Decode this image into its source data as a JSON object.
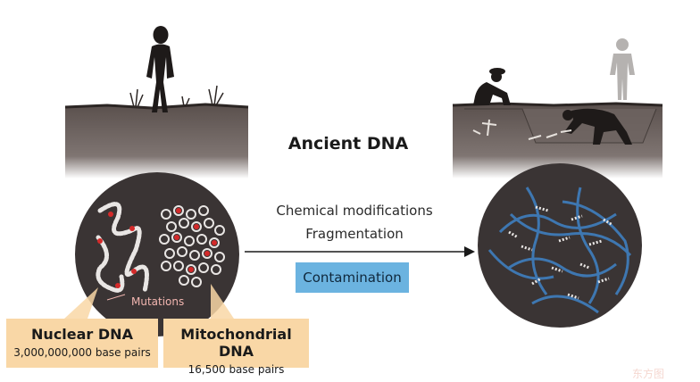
{
  "title": "Ancient DNA",
  "process": {
    "line1": "Chemical modifications",
    "line2": "Fragmentation",
    "contamination": "Contamination"
  },
  "nuclear": {
    "title": "Nuclear DNA",
    "subtitle": "3,000,000,000 base pairs"
  },
  "mitochondrial": {
    "title": "Mitochondrial DNA",
    "subtitle": "16,500 base pairs"
  },
  "mutations_label": "Mutations",
  "watermark": "东方图",
  "colors": {
    "soil": "#5f5552",
    "circle": "#3a3434",
    "label_box": "#f9d7a6",
    "contamination_box": "#6bb3e0",
    "mutation_dot": "#d42a2a",
    "blue_strand": "#3f7bb8"
  }
}
